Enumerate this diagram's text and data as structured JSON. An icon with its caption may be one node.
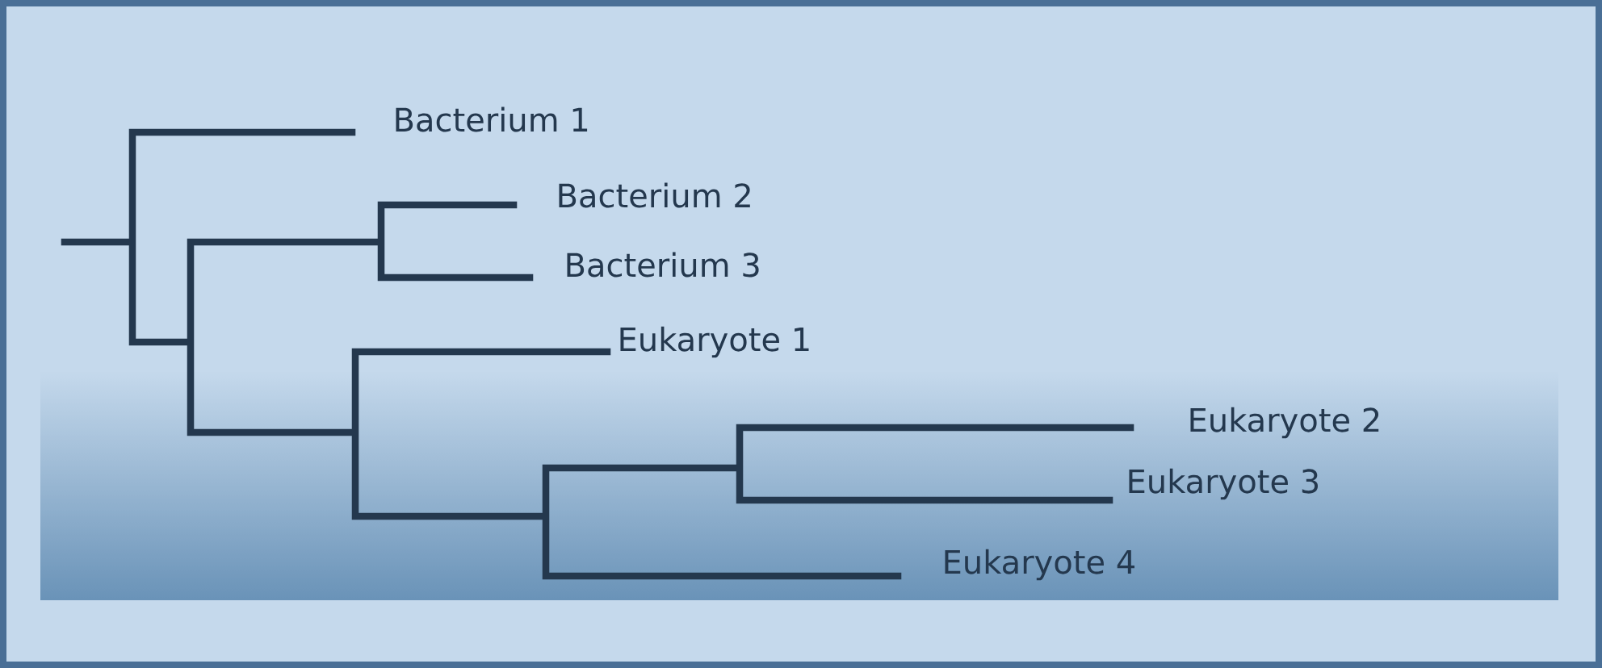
{
  "diagram": {
    "labels": [
      "Bacterium 1",
      "Bacterium 2",
      "Bacterium 3",
      "Eukaryote 1",
      "Eukaryote 2",
      "Eukaryote 3",
      "Eukaryote 4"
    ]
  }
}
